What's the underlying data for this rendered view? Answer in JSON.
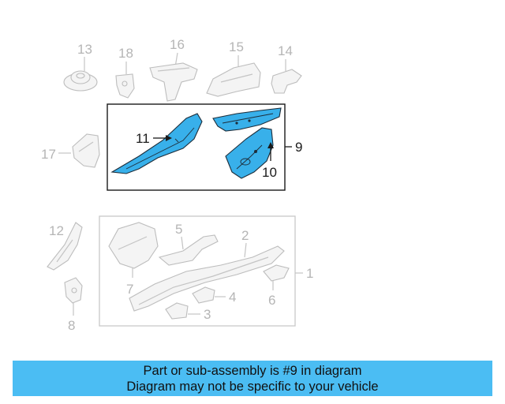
{
  "diagram": {
    "callouts": {
      "c1": "1",
      "c2": "2",
      "c3": "3",
      "c4": "4",
      "c5": "5",
      "c6": "6",
      "c7": "7",
      "c8": "8",
      "c9": "9",
      "c10": "10",
      "c11": "11",
      "c12": "12",
      "c13": "13",
      "c14": "14",
      "c15": "15",
      "c16": "16",
      "c17": "17",
      "c18": "18"
    },
    "highlighted_assembly": "9",
    "colors": {
      "highlight_fill": "#38b0ea",
      "ghost_stroke": "#bdbdbd",
      "banner_background": "#4bbdf3"
    }
  },
  "banner": {
    "line1": "Part or sub-assembly is #9 in diagram",
    "line2": "Diagram may not be specific to your vehicle"
  }
}
